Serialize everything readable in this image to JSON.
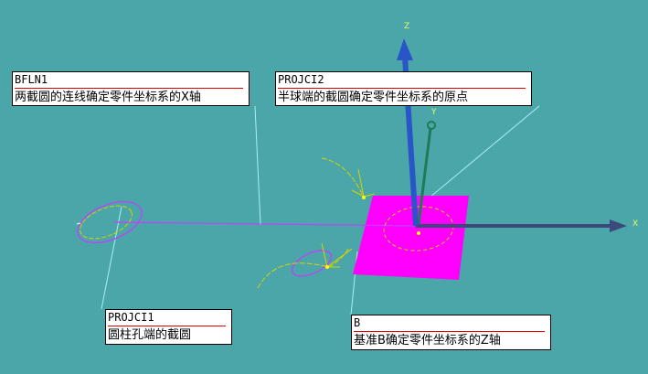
{
  "viewport": {
    "background": "#4aa6a8",
    "axes": {
      "x": "X",
      "y": "Y",
      "z": "Z"
    },
    "axis_colors": {
      "x": "#3b4a7a",
      "y": "#1f7a55",
      "z": "#2a55c8"
    },
    "plane_color": "#ff00ff",
    "curve_color": "#d4d400"
  },
  "callouts": [
    {
      "name": "BFLN1",
      "desc": "两截圆的连线确定零件坐标系的X轴"
    },
    {
      "name": "PROJCI2",
      "desc": "半球端的截圆确定零件坐标系的原点"
    },
    {
      "name": "PROJCI1",
      "desc": "圆柱孔端的截圆"
    },
    {
      "name": "B",
      "desc": "基准B确定零件坐标系的Z轴"
    }
  ]
}
